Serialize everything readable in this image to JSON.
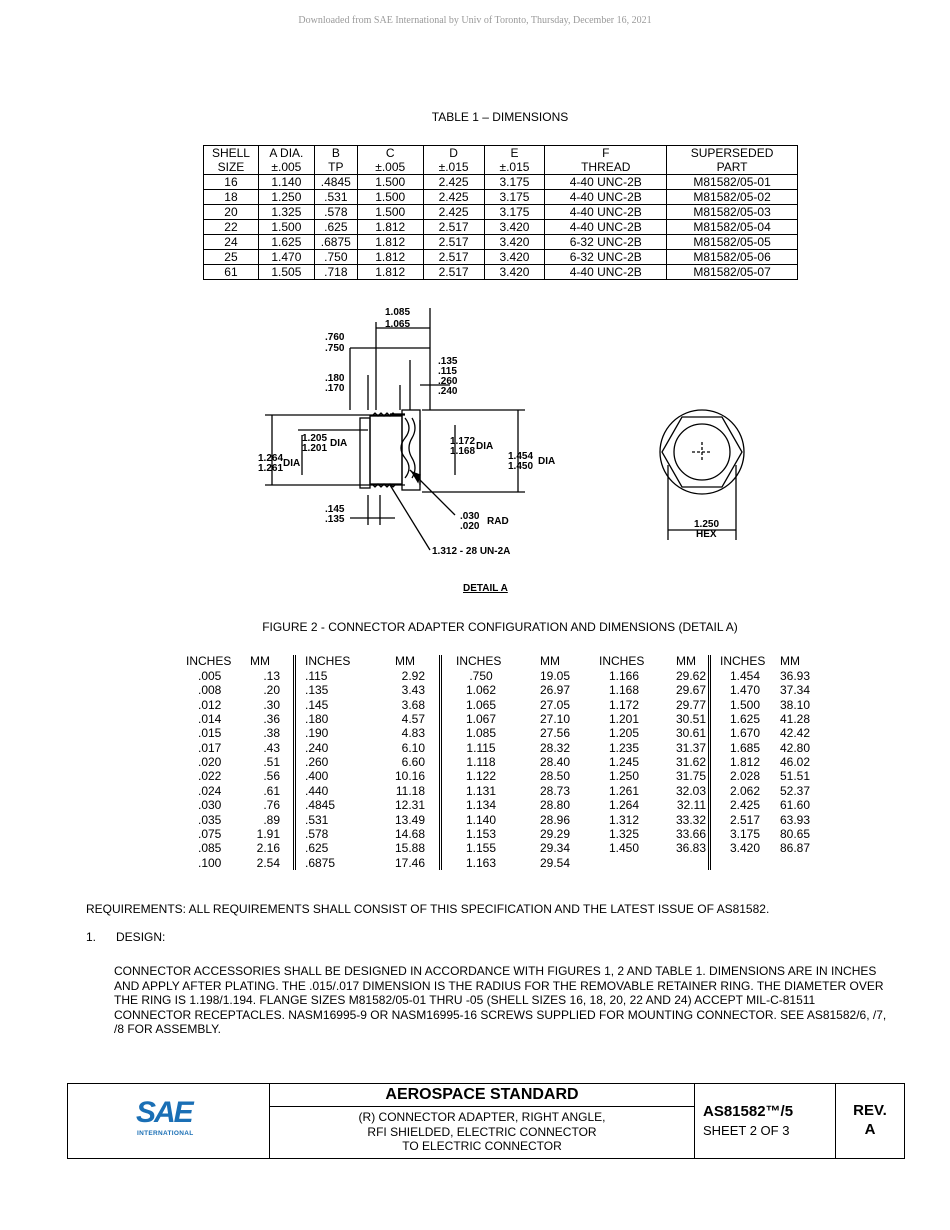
{
  "watermark": "Downloaded from SAE International by Univ of Toronto, Thursday, December 16, 2021",
  "table1": {
    "title": "TABLE 1 – DIMENSIONS",
    "headers": [
      [
        "SHELL",
        "SIZE"
      ],
      [
        "A DIA.",
        "±.005"
      ],
      [
        "B",
        "TP"
      ],
      [
        "C",
        "±.005"
      ],
      [
        "D",
        "±.015"
      ],
      [
        "E",
        "±.015"
      ],
      [
        "F",
        "THREAD"
      ],
      [
        "SUPERSEDED",
        "PART"
      ]
    ],
    "rows": [
      [
        "16",
        "1.140",
        ".4845",
        "1.500",
        "2.425",
        "3.175",
        "4-40 UNC-2B",
        "M81582/05-01"
      ],
      [
        "18",
        "1.250",
        ".531",
        "1.500",
        "2.425",
        "3.175",
        "4-40 UNC-2B",
        "M81582/05-02"
      ],
      [
        "20",
        "1.325",
        ".578",
        "1.500",
        "2.425",
        "3.175",
        "4-40 UNC-2B",
        "M81582/05-03"
      ],
      [
        "22",
        "1.500",
        ".625",
        "1.812",
        "2.517",
        "3.420",
        "4-40 UNC-2B",
        "M81582/05-04"
      ],
      [
        "24",
        "1.625",
        ".6875",
        "1.812",
        "2.517",
        "3.420",
        "6-32 UNC-2B",
        "M81582/05-05"
      ],
      [
        "25",
        "1.470",
        ".750",
        "1.812",
        "2.517",
        "3.420",
        "6-32 UNC-2B",
        "M81582/05-06"
      ],
      [
        "61",
        "1.505",
        ".718",
        "1.812",
        "2.517",
        "3.420",
        "4-40 UNC-2B",
        "M81582/05-07"
      ]
    ]
  },
  "drawing": {
    "dims": {
      "top_a": "1.085",
      "top_b": "1.065",
      "l1a": ".760",
      "l1b": ".750",
      "l2a": ".180",
      "l2b": ".170",
      "r1a": ".135",
      "r1b": ".115",
      "r1c": ".260",
      "r1d": ".240",
      "dia1a": "1.205",
      "dia1b": "1.201",
      "dia2a": "1.264",
      "dia2b": "1.261",
      "dia3a": "1.172",
      "dia3b": "1.168",
      "dia4a": "1.454",
      "dia4b": "1.450",
      "dia_word": "DIA",
      "b1a": ".145",
      "b1b": ".135",
      "rad_a": ".030",
      "rad_b": ".020",
      "rad_word": "RAD",
      "thread": "1.312 - 28 UN-2A",
      "hex_val": "1.250",
      "hex_word": "HEX"
    },
    "detail_label": "DETAIL  A"
  },
  "figure2_caption": "FIGURE 2 - CONNECTOR ADAPTER CONFIGURATION AND DIMENSIONS (DETAIL A)",
  "conversion": {
    "headers": [
      "INCHES",
      "MM"
    ],
    "groups": [
      [
        [
          ".005",
          ".13"
        ],
        [
          ".008",
          ".20"
        ],
        [
          ".012",
          ".30"
        ],
        [
          ".014",
          ".36"
        ],
        [
          ".015",
          ".38"
        ],
        [
          ".017",
          ".43"
        ],
        [
          ".020",
          ".51"
        ],
        [
          ".022",
          ".56"
        ],
        [
          ".024",
          ".61"
        ],
        [
          ".030",
          ".76"
        ],
        [
          ".035",
          ".89"
        ],
        [
          ".075",
          "1.91"
        ],
        [
          ".085",
          "2.16"
        ],
        [
          ".100",
          "2.54"
        ]
      ],
      [
        [
          ".115",
          "2.92"
        ],
        [
          ".135",
          "3.43"
        ],
        [
          ".145",
          "3.68"
        ],
        [
          ".180",
          "4.57"
        ],
        [
          ".190",
          "4.83"
        ],
        [
          ".240",
          "6.10"
        ],
        [
          ".260",
          "6.60"
        ],
        [
          ".400",
          "10.16"
        ],
        [
          ".440",
          "11.18"
        ],
        [
          ".4845",
          "12.31"
        ],
        [
          ".531",
          "13.49"
        ],
        [
          ".578",
          "14.68"
        ],
        [
          ".625",
          "15.88"
        ],
        [
          ".6875",
          "17.46"
        ]
      ],
      [
        [
          ".750",
          "19.05"
        ],
        [
          "1.062",
          "26.97"
        ],
        [
          "1.065",
          "27.05"
        ],
        [
          "1.067",
          "27.10"
        ],
        [
          "1.085",
          "27.56"
        ],
        [
          "1.115",
          "28.32"
        ],
        [
          "1.118",
          "28.40"
        ],
        [
          "1.122",
          "28.50"
        ],
        [
          "1.131",
          "28.73"
        ],
        [
          "1.134",
          "28.80"
        ],
        [
          "1.140",
          "28.96"
        ],
        [
          "1.153",
          "29.29"
        ],
        [
          "1.155",
          "29.34"
        ],
        [
          "1.163",
          "29.54"
        ]
      ],
      [
        [
          "1.166",
          "29.62"
        ],
        [
          "1.168",
          "29.67"
        ],
        [
          "1.172",
          "29.77"
        ],
        [
          "1.201",
          "30.51"
        ],
        [
          "1.205",
          "30.61"
        ],
        [
          "1.235",
          "31.37"
        ],
        [
          "1.245",
          "31.62"
        ],
        [
          "1.250",
          "31.75"
        ],
        [
          "1.261",
          "32.03"
        ],
        [
          "1.264",
          "32.11"
        ],
        [
          "1.312",
          "33.32"
        ],
        [
          "1.325",
          "33.66"
        ],
        [
          "1.450",
          "36.83"
        ]
      ],
      [
        [
          "1.454",
          "36.93"
        ],
        [
          "1.470",
          "37.34"
        ],
        [
          "1.500",
          "38.10"
        ],
        [
          "1.625",
          "41.28"
        ],
        [
          "1.670",
          "42.42"
        ],
        [
          "1.685",
          "42.80"
        ],
        [
          "1.812",
          "46.02"
        ],
        [
          "2.028",
          "51.51"
        ],
        [
          "2.062",
          "52.37"
        ],
        [
          "2.425",
          "61.60"
        ],
        [
          "2.517",
          "63.93"
        ],
        [
          "3.175",
          "80.65"
        ],
        [
          "3.420",
          "86.87"
        ]
      ]
    ]
  },
  "requirements": "REQUIREMENTS:  ALL REQUIREMENTS SHALL CONSIST OF THIS SPECIFICATION AND THE LATEST ISSUE OF AS81582.",
  "design": {
    "num": "1.",
    "heading": "DESIGN:"
  },
  "design_text": "CONNECTOR ACCESSORIES SHALL BE DESIGNED IN ACCORDANCE WITH FIGURES 1, 2  AND TABLE 1.  DIMENSIONS ARE IN INCHES AND APPLY AFTER PLATING.  THE .015/.017 DIMENSION IS THE RADIUS FOR THE REMOVABLE RETAINER RING.  THE DIAMETER OVER THE RING IS 1.198/1.194.  FLANGE SIZES M81582/05-01 THRU -05 (SHELL SIZES 16, 18, 20, 22 AND 24) ACCEPT MIL-C-81511 CONNECTOR RECEPTACLES.  NASM16995-9 OR NASM16995-16 SCREWS SUPPLIED FOR MOUNTING CONNECTOR.  SEE AS81582/6, /7, /8 FOR ASSEMBLY.",
  "titleblock": {
    "logo_text": "SAE",
    "logo_sub": "INTERNATIONAL",
    "heading": "AEROSPACE STANDARD",
    "desc1": "(R) CONNECTOR ADAPTER, RIGHT ANGLE,",
    "desc2": "RFI SHIELDED, ELECTRIC CONNECTOR",
    "desc3": "TO ELECTRIC CONNECTOR",
    "doc_no": "AS81582™/5",
    "sheet": "SHEET 2 OF 3",
    "rev_label": "REV.",
    "rev": "A",
    "brand_color": "#1a6fb5"
  }
}
